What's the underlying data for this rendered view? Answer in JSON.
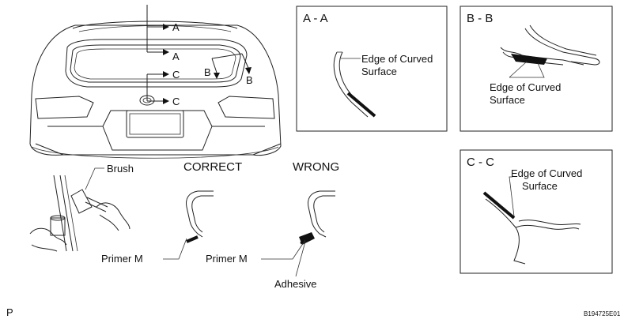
{
  "car": {
    "markers": [
      "A",
      "A",
      "C",
      "C",
      "B",
      "B"
    ]
  },
  "panels": {
    "aa": {
      "title": "A - A",
      "label_line1": "Edge of Curved",
      "label_line2": "Surface"
    },
    "bb": {
      "title": "B - B",
      "label_line1": "Edge of Curved",
      "label_line2": "Surface"
    },
    "cc": {
      "title": "C - C",
      "label_line1": "Edge of Curved",
      "label_line2": "Surface"
    }
  },
  "brush": {
    "label": "Brush"
  },
  "correct": {
    "heading": "CORRECT",
    "primer_label": "Primer M"
  },
  "wrong": {
    "heading": "WRONG",
    "primer_label": "Primer M",
    "adhesive_label": "Adhesive"
  },
  "footer": {
    "left_code": "P",
    "right_code": "B194725E01"
  }
}
